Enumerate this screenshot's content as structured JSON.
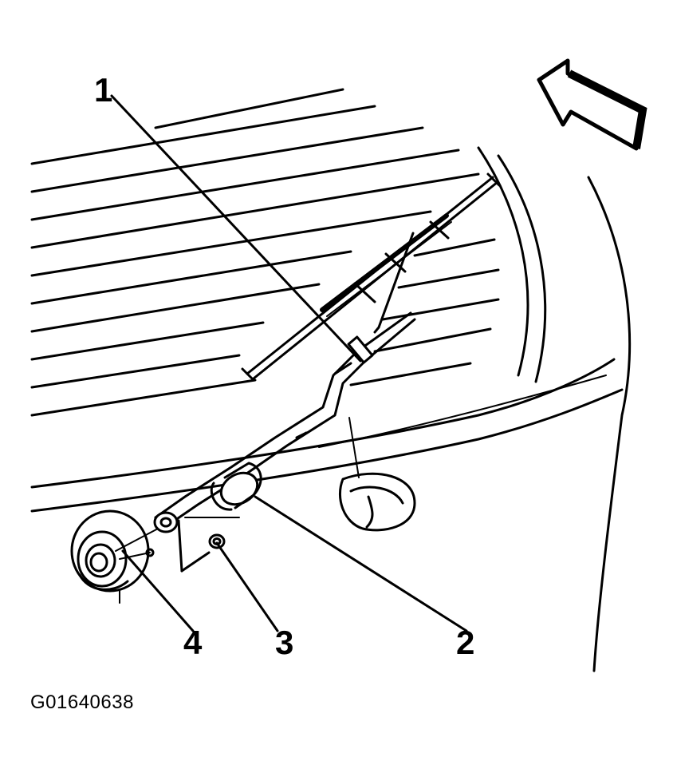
{
  "callouts": {
    "c1": "1",
    "c2": "2",
    "c3": "3",
    "c4": "4"
  },
  "figure_id": "G01640638",
  "colors": {
    "ink": "#000000",
    "background": "#ffffff"
  },
  "icons": {
    "direction_arrow": "forward-arrow-icon"
  }
}
